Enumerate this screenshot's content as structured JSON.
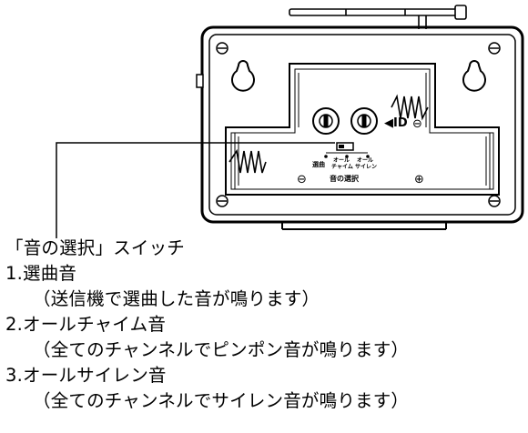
{
  "diagram": {
    "device_labels": {
      "id_marker": "◀ID",
      "switch_positions": [
        "選曲",
        "オール\nチャイム",
        "オール\nサイレン"
      ],
      "switch_name": "音の選択",
      "polarity_minus": "⊖",
      "polarity_plus": "⊕"
    }
  },
  "caption": {
    "heading": "「音の選択」スイッチ",
    "items": [
      {
        "title": "1.選曲音",
        "desc": "（送信機で選曲した音が鳴ります）"
      },
      {
        "title": "2.オールチャイム音",
        "desc": "（全てのチャンネルでピンポン音が鳴ります）"
      },
      {
        "title": "3.オールサイレン音",
        "desc": "（全てのチャンネルでサイレン音が鳴ります）"
      }
    ]
  }
}
